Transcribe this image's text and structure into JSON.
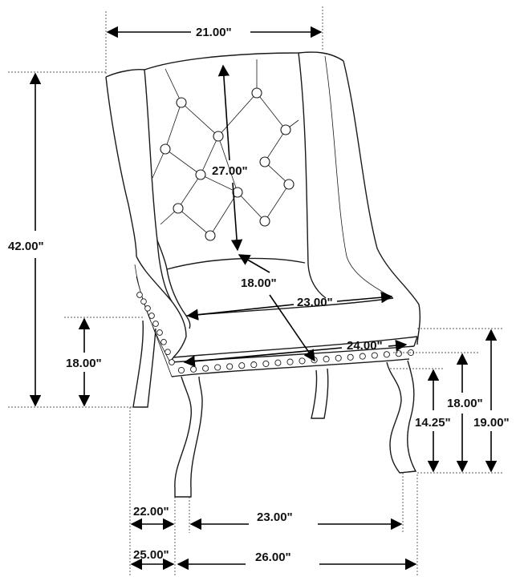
{
  "dimensions": {
    "top_width": "21.00\"",
    "overall_height": "42.00\"",
    "back_height": "27.00\"",
    "seat_depth_inner": "18.00\"",
    "seat_width_inner": "23.00\"",
    "seat_front_width": "24.00\"",
    "arm_height_left": "18.00\"",
    "seat_height_right": "18.00\"",
    "leg_height": "14.25\"",
    "arm_height_right": "19.00\"",
    "base_depth_22": "22.00\"",
    "base_width_23": "23.00\"",
    "base_depth_25": "25.00\"",
    "base_width_26": "26.00\""
  },
  "colors": {
    "line": "#1a1a1a",
    "background": "#ffffff"
  }
}
